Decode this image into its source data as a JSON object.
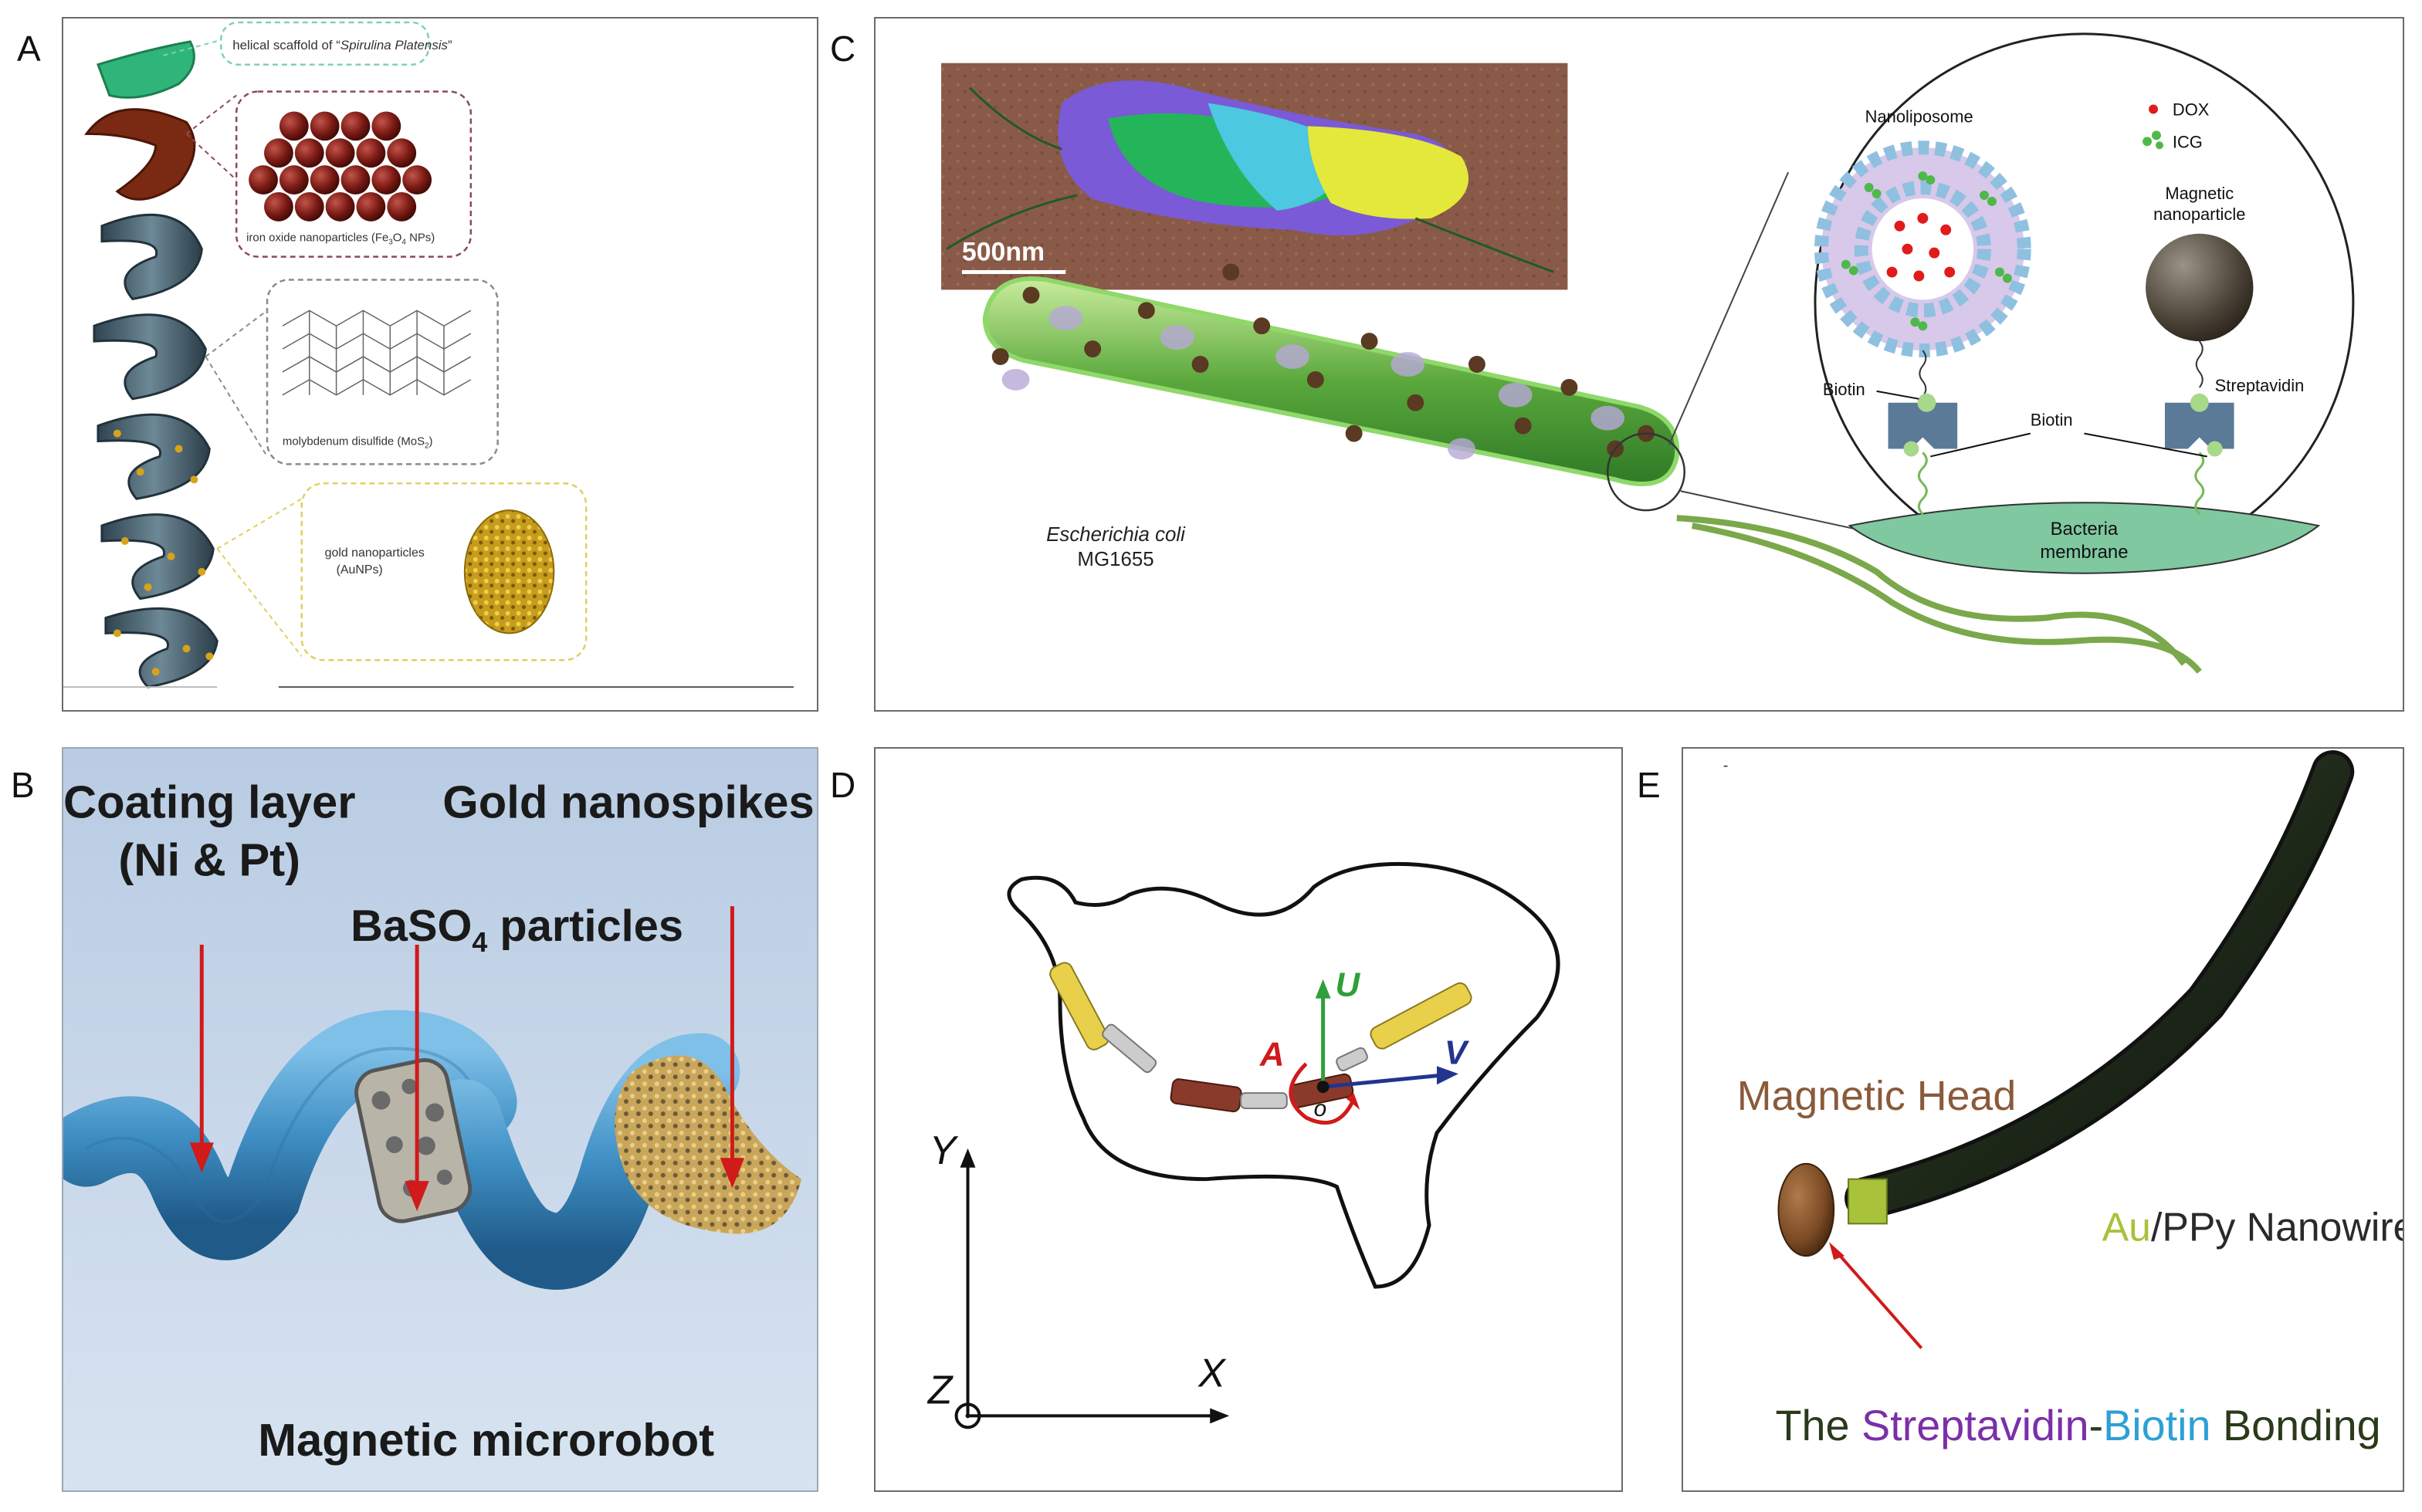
{
  "panels": {
    "A": {
      "label": "A",
      "callouts": {
        "helical_prefix": "helical scaffold of “",
        "helical_species": "Spirulina Platensis",
        "helical_suffix": "”",
        "iron_oxide": "iron oxide nanoparticles (Fe",
        "iron_sub1": "3",
        "iron_mid": "O",
        "iron_sub2": "4",
        "iron_end": " NPs)",
        "mos2": "molybdenum disulfide (MoS",
        "mos2_sub": "2",
        "mos2_end": ")",
        "gold_line1": "gold nanoparticles",
        "gold_line2": "(AuNPs)"
      }
    },
    "B": {
      "label": "B",
      "coating_line1": "Coating layer",
      "coating_line2": "(Ni & Pt)",
      "gold_spikes": "Gold  nanospikes",
      "baso4_a": "BaSO",
      "baso4_sub": "4",
      "baso4_b": " particles",
      "title": "Magnetic microrobot"
    },
    "C": {
      "label": "C",
      "scale_bar": "500nm",
      "nanoliposome": "Nanoliposome",
      "dox": "DOX",
      "icg": "ICG",
      "magnetic_np_1": "Magnetic",
      "magnetic_np_2": "nanoparticle",
      "biotin_left": "Biotin",
      "biotin_center": "Biotin",
      "streptavidin": "Streptavidin",
      "membrane_1": "Bacteria",
      "membrane_2": "membrane",
      "ecoli_species": "Escherichia coli",
      "ecoli_strain": "MG1655"
    },
    "D": {
      "label": "D",
      "axis_y": "Y",
      "axis_x": "X",
      "axis_z": "Z",
      "vec_u": "U",
      "vec_v": "V",
      "vec_a": "A",
      "origin": "o"
    },
    "E": {
      "label": "E",
      "magnetic_head": "Magnetic Head",
      "nanowire_au": "Au",
      "nanowire_rest": "/PPy Nanowire",
      "bond_the": "The ",
      "bond_strep": "Streptavidin",
      "bond_dash": "-",
      "bond_biotin": "Biotin",
      "bond_end": " Bonding"
    }
  },
  "colors": {
    "helix_gray": "#4f6a78",
    "helix_brown": "#7a2a12",
    "helix_green": "#2fb57a",
    "b_background": "#c9d8ea",
    "b_tube": "#3f8fc4",
    "arrow_red": "#d11a1a",
    "ecoli_green": "#5aa83c",
    "nanowire_dark": "#24301f",
    "head_brown": "#7a4a24",
    "strep_purple": "#7b2fa8",
    "biotin_blue": "#2f9fd6",
    "u_green": "#2f9f3a",
    "v_blue": "#23348f"
  }
}
